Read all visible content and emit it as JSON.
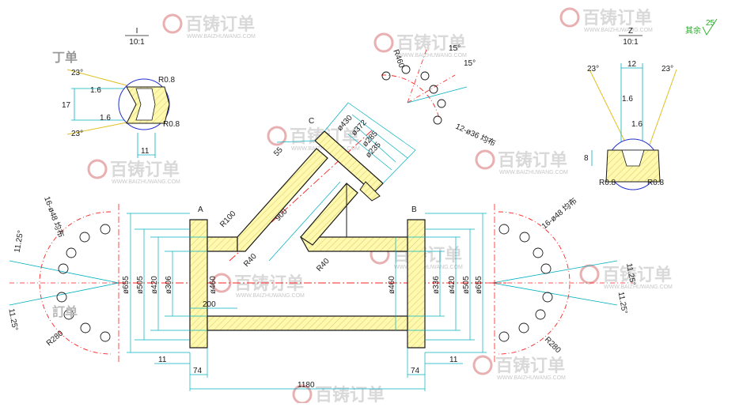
{
  "watermark": {
    "brand": "百铸订单",
    "url": "WWW.BAIZHUWANG.COM"
  },
  "views": {
    "detail_i": {
      "title": "I",
      "scale": "10:1"
    },
    "detail_z": {
      "title": "Z",
      "scale": "10:1"
    },
    "section_a": "A",
    "section_b": "B",
    "section_c": "C"
  },
  "finish_note": {
    "text": "其余",
    "roughness": "25"
  },
  "detail_i_dims": {
    "angle_top": "23°",
    "angle_bottom": "23°",
    "height": "17",
    "width": "11",
    "radius_top": "R0.8",
    "radius_bottom": "R0.8",
    "rough_top": "1.6",
    "rough_bottom": "1.6"
  },
  "detail_z_dims": {
    "angle_left": "23°",
    "width_top": "12",
    "angle_right": "23°",
    "height": "8",
    "radius_left": "R0.8",
    "radius_right": "R0.8",
    "rough_left": "1.6",
    "rough_right": "1.6"
  },
  "branch_dims": {
    "d430": "ø430",
    "d372": "ø372",
    "d285": "ø285",
    "d235": "ø235",
    "len55": "55",
    "len900": "900",
    "r100": "R100",
    "r40a": "R40",
    "r40b": "R40"
  },
  "bolt_top": {
    "r460": "R460",
    "a15a": "15°",
    "a15b": "15°",
    "holes": "12-ø36 均布"
  },
  "bolt_left": {
    "holes": "16-ø48 均布",
    "a1": "11.25°",
    "a2": "11.25°",
    "r": "R280"
  },
  "bolt_right": {
    "holes": "16-ø48 均布",
    "a1": "11.25°",
    "a2": "11.25°",
    "r": "R280"
  },
  "left_diams": [
    "ø655",
    "ø505",
    "ø420",
    "ø306",
    "ø460"
  ],
  "right_diams": [
    "ø460",
    "ø336",
    "ø420",
    "ø505",
    "ø655"
  ],
  "bottom_dims": {
    "d200": "200",
    "d11a": "11",
    "d74a": "74",
    "d1180": "1180",
    "d74b": "74",
    "d11b": "11"
  }
}
